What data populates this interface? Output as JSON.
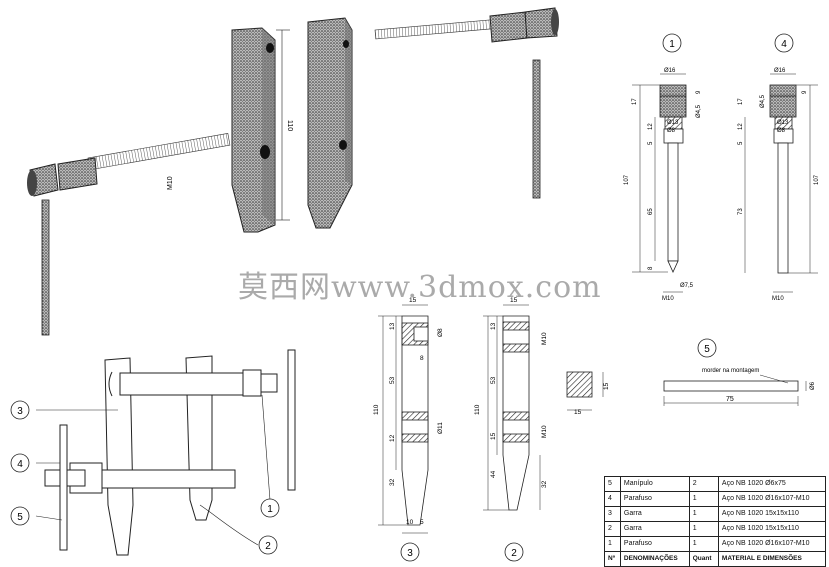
{
  "watermark": "莫西网www.3dmox.com",
  "part_numbers": [
    "1",
    "2",
    "3",
    "4",
    "5"
  ],
  "dimensions": {
    "jaw_height": "110",
    "thread": "M10",
    "view1": {
      "d_top": "Ø16",
      "h17": "17",
      "h9": "9",
      "d45": "Ø4,5",
      "d13": "Ø13",
      "d8": "Ø8",
      "h12": "12",
      "h5": "5",
      "total": "107",
      "h65": "65",
      "h8": "8",
      "d75": "Ø7,5",
      "m10": "M10"
    },
    "view4": {
      "d_top": "Ø16",
      "h17": "17",
      "h9": "9",
      "d45": "Ø4,5",
      "d13": "Ø13",
      "d8": "Ø8",
      "h12": "12",
      "h5": "5",
      "total": "107",
      "h73": "73",
      "m10": "M10"
    },
    "view3": {
      "w15": "15",
      "h13": "13",
      "d8": "Ø8",
      "w8": "8",
      "h53": "53",
      "total": "110",
      "h12": "12",
      "d11": "Ø11",
      "h32": "32",
      "w10": "10",
      "w5": "5"
    },
    "view2": {
      "w15": "15",
      "h13": "13",
      "m10_top": "M10",
      "h53": "53",
      "total": "110",
      "h15": "15",
      "m10_bottom": "M10",
      "h44": "44",
      "h32": "32"
    },
    "section": {
      "w": "15",
      "h": "15"
    },
    "view5": {
      "note": "morder na montagem",
      "d": "Ø6",
      "length": "75"
    }
  },
  "bom": {
    "rows": [
      {
        "n": "5",
        "name": "Manípulo",
        "qty": "2",
        "material": "Aço NB 1020 Ø6x75"
      },
      {
        "n": "4",
        "name": "Parafuso",
        "qty": "1",
        "material": "Aço NB 1020 Ø16x107-M10"
      },
      {
        "n": "3",
        "name": "Garra",
        "qty": "1",
        "material": "Aço NB 1020 15x15x110"
      },
      {
        "n": "2",
        "name": "Garra",
        "qty": "1",
        "material": "Aço NB 1020 15x15x110"
      },
      {
        "n": "1",
        "name": "Parafuso",
        "qty": "1",
        "material": "Aço NB 1020 Ø16x107-M10"
      }
    ],
    "header": {
      "n": "Nº",
      "name": "DENOMINAÇÕES",
      "qty": "Quant",
      "material": "MATERIAL E DIMENSÕES"
    }
  }
}
